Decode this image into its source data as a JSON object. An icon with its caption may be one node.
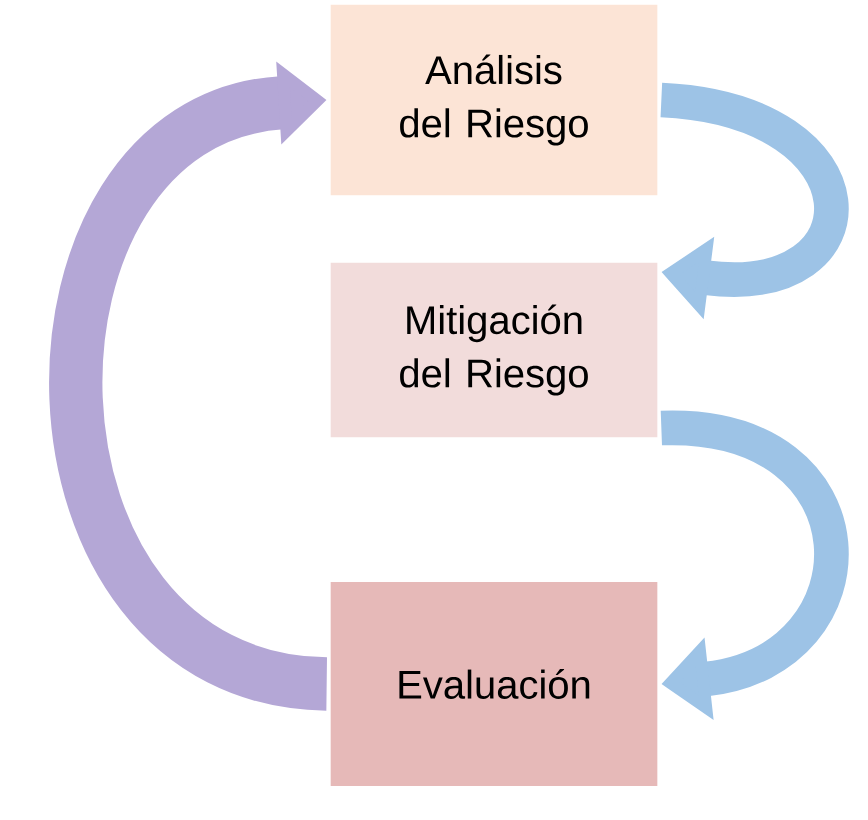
{
  "diagram": {
    "nodes": [
      {
        "text": [
          "Análisis del Riesgo"
        ]
      },
      {
        "text": [
          "Mitigación del Riesgo"
        ]
      },
      {
        "text": [
          "Evaluación"
        ]
      }
    ],
    "edges": [
      {
        "from": 0,
        "to": 1,
        "arrow": "to"
      },
      {
        "from": 1,
        "to": 2,
        "arrow": "to"
      },
      {
        "from": 2,
        "to": 0,
        "arrow": "to",
        "color": "#b4a7d6"
      }
    ]
  }
}
